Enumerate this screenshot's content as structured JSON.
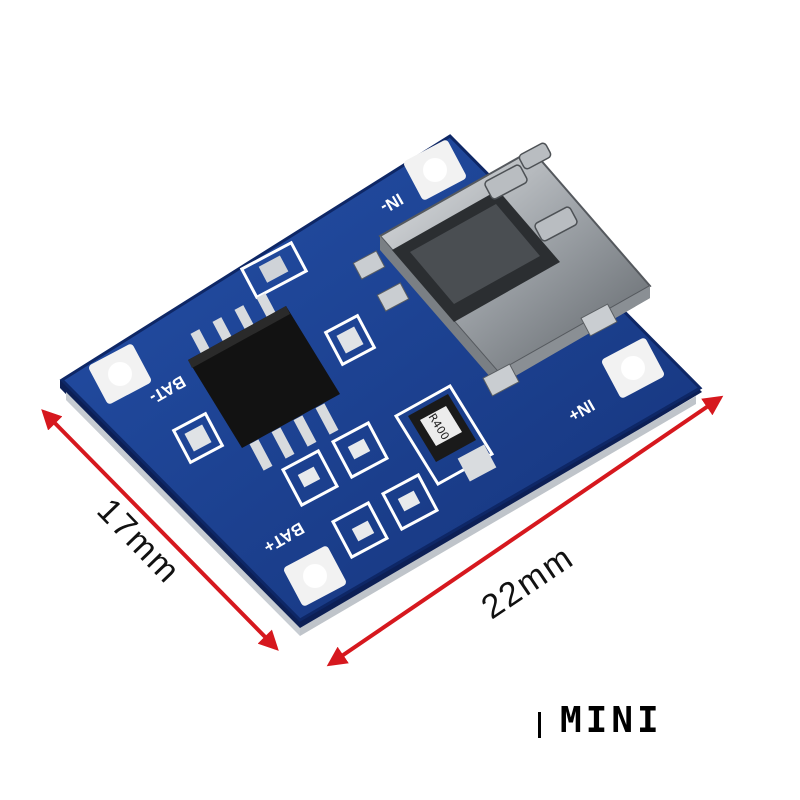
{
  "product": {
    "variant_label": "MINI",
    "dimensions": {
      "width": "22mm",
      "height": "17mm"
    },
    "silkscreen": {
      "in_minus": "IN-",
      "in_plus": "IN+",
      "bat_minus": "BAT-",
      "bat_plus": "BAT+",
      "resistor_code": "R400"
    }
  },
  "colors": {
    "pcb": "#1a3d8f",
    "pcb_edge": "#0e2766",
    "arrow": "#d6181e",
    "connector": "#9aa0a6",
    "chip": "#121212"
  }
}
